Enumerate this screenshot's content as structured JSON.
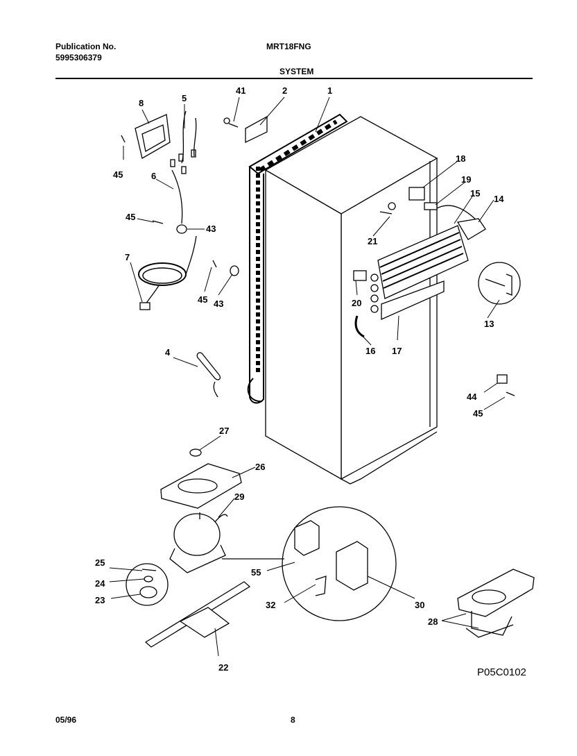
{
  "header": {
    "publication_label": "Publication No.",
    "publication_number": "5995306379",
    "model": "MRT18FNG",
    "section": "SYSTEM"
  },
  "footer": {
    "date": "05/96",
    "page": "8",
    "diagram_code": "P05C0102"
  },
  "callouts": {
    "c1": "1",
    "c2": "2",
    "c4": "4",
    "c5": "5",
    "c6": "6",
    "c7": "7",
    "c8": "8",
    "c13": "13",
    "c14": "14",
    "c15": "15",
    "c16": "16",
    "c17": "17",
    "c18": "18",
    "c19": "19",
    "c20": "20",
    "c21": "21",
    "c22": "22",
    "c23": "23",
    "c24": "24",
    "c25": "25",
    "c26": "26",
    "c27": "27",
    "c28": "28",
    "c29": "29",
    "c30": "30",
    "c32": "32",
    "c41": "41",
    "c43a": "43",
    "c43b": "43",
    "c44": "44",
    "c45a": "45",
    "c45b": "45",
    "c45c": "45",
    "c45d": "45",
    "c55": "55"
  }
}
